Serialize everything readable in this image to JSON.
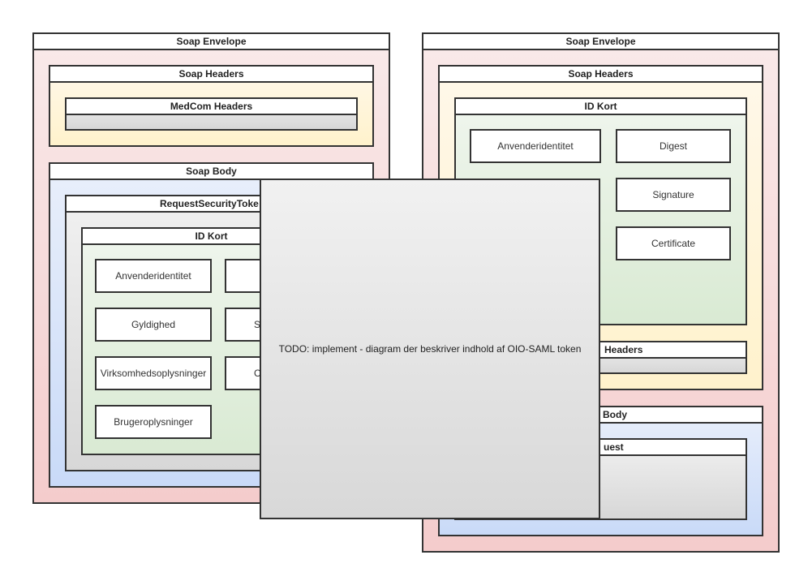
{
  "diagram_left": {
    "envelope": "Soap Envelope",
    "soap_headers": "Soap Headers",
    "medcom_headers": "MedCom Headers",
    "soap_body": "Soap Body",
    "request_security_token": "RequestSecurityToke",
    "id_kort": "ID Kort",
    "items": [
      "Anvenderidentitet",
      "",
      "Gyldighed",
      "S",
      "Virksomhedsoplysninger",
      "C",
      "Brugeroplysninger"
    ]
  },
  "diagram_right": {
    "envelope": "Soap Envelope",
    "soap_headers": "Soap Headers",
    "id_kort": "ID Kort",
    "items": [
      "Anvenderidentitet",
      "Digest",
      "Signature",
      "Certificate"
    ],
    "medcom_headers_partial": "Headers",
    "soap_body_partial": "Body",
    "request_partial": "uest"
  },
  "overlay": {
    "text": "TODO: implement - diagram der beskriver indhold af OIO-SAML token"
  },
  "colors": {
    "envelope": "#f4cccc",
    "soap_headers": "#fff2cc",
    "id_kort": "#d9ead3",
    "soap_body": "#c9daf8",
    "request_box": "#d9d9d9",
    "stroke": "#333333"
  }
}
